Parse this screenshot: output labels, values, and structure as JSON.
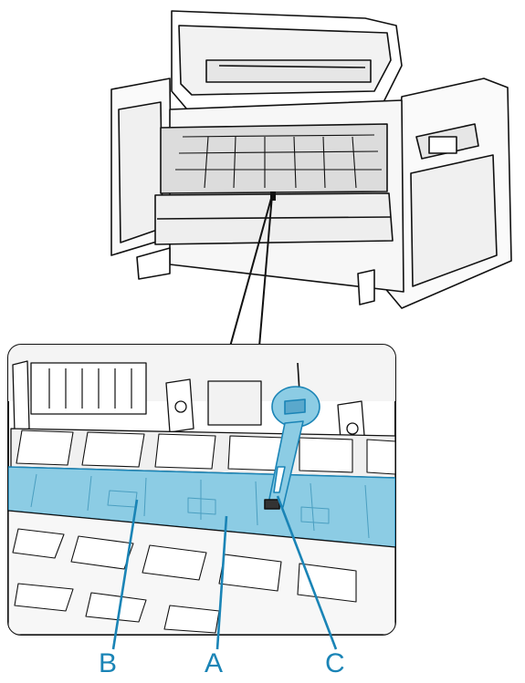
{
  "figure": {
    "accent_color": "#1a84b6",
    "highlight_color": "#8ccce4",
    "callouts": {
      "b": "B",
      "a": "A",
      "c": "C"
    }
  }
}
